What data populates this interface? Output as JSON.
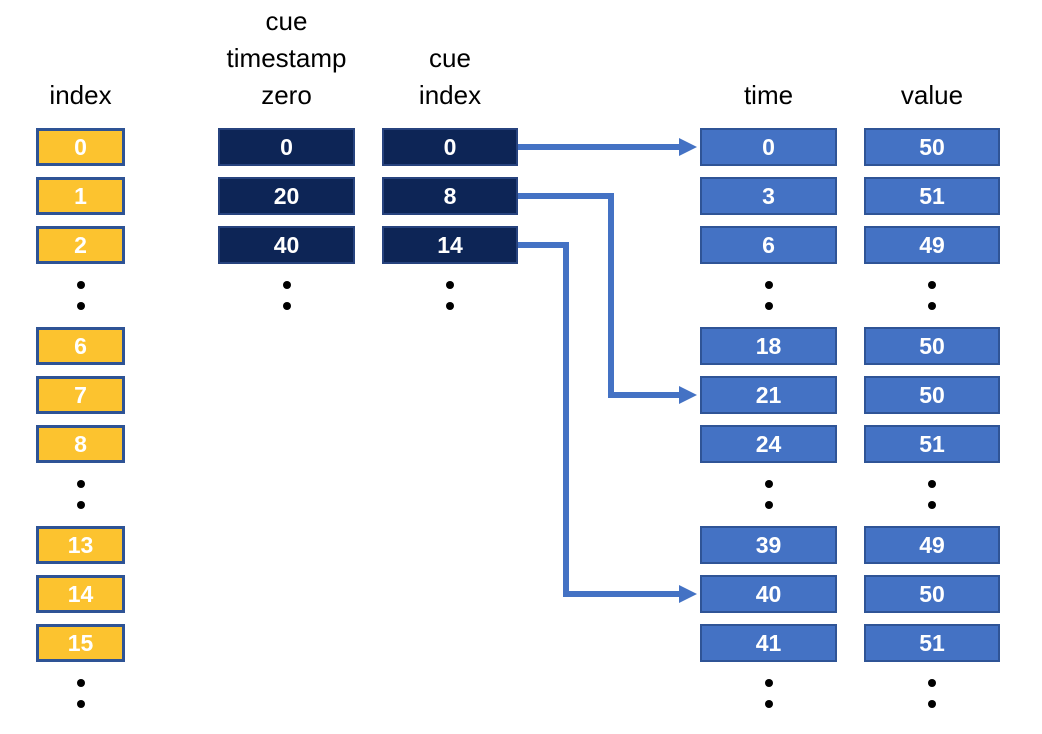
{
  "colors": {
    "gold-fill": "#FCC32F",
    "gold-border": "#2E5395",
    "navy-fill": "#0D2556",
    "navy-border": "#27437E",
    "blue-fill": "#4472C4",
    "blue-border": "#2F5496",
    "arrow": "#4472C4",
    "dot": "#000000",
    "header-text": "#000000",
    "cell-text": "#FFFFFF"
  },
  "columns": {
    "index": {
      "header_lines": [
        "index"
      ],
      "cells": [
        "0",
        "1",
        "2",
        "6",
        "7",
        "8",
        "13",
        "14",
        "15"
      ]
    },
    "cue_timestamp_zero": {
      "header_lines": [
        "cue",
        "timestamp",
        "zero"
      ],
      "cells": [
        "0",
        "20",
        "40"
      ]
    },
    "cue_index": {
      "header_lines": [
        "cue",
        "index"
      ],
      "cells": [
        "0",
        "8",
        "14"
      ]
    },
    "time": {
      "header_lines": [
        "time"
      ],
      "cells": [
        "0",
        "3",
        "6",
        "18",
        "21",
        "24",
        "39",
        "40",
        "41"
      ]
    },
    "value": {
      "header_lines": [
        "value"
      ],
      "cells": [
        "50",
        "51",
        "49",
        "50",
        "50",
        "51",
        "49",
        "50",
        "51"
      ]
    }
  },
  "arrows": [
    {
      "from_column": "cue index",
      "from_cell": "0",
      "to_column": "time",
      "to_cell": "0"
    },
    {
      "from_column": "cue index",
      "from_cell": "8",
      "to_column": "time",
      "to_cell": "21"
    },
    {
      "from_column": "cue index",
      "from_cell": "14",
      "to_column": "time",
      "to_cell": "40"
    }
  ]
}
